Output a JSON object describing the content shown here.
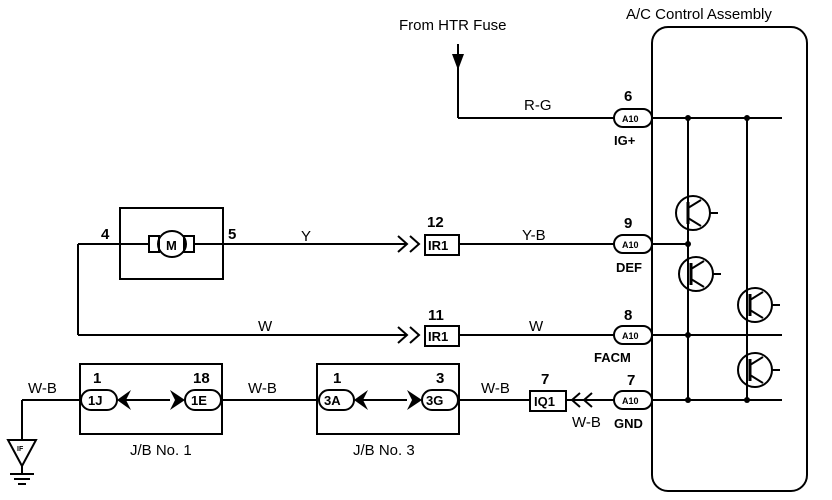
{
  "title": "A/C Control Assembly",
  "fuse_source": "From HTR Fuse",
  "connector_code": "A10",
  "terminals": {
    "ig": {
      "pin": "6",
      "label": "IG+",
      "wire": "R-G"
    },
    "def": {
      "pin": "9",
      "label": "DEF",
      "wire": "Y-B"
    },
    "facm": {
      "pin": "8",
      "label": "FACM",
      "wire": "W"
    },
    "gnd": {
      "pin": "7",
      "label": "GND",
      "wire": "W-B"
    }
  },
  "motor": {
    "symbol": "M",
    "pin_left": "4",
    "pin_right": "5",
    "wire_out": "Y",
    "wire_return": "W"
  },
  "ir1_top": {
    "pin": "12",
    "label": "IR1"
  },
  "ir1_bottom": {
    "pin": "11",
    "label": "IR1"
  },
  "iq1": {
    "pin": "7",
    "label": "IQ1",
    "wire_left": "W-B"
  },
  "jb1": {
    "name": "J/B No. 1",
    "left_pin": "1",
    "left_label": "1J",
    "right_pin": "18",
    "right_label": "1E",
    "wire_in": "W-B"
  },
  "jb3": {
    "name": "J/B No. 3",
    "left_pin": "1",
    "left_label": "3A",
    "right_pin": "3",
    "right_label": "3G",
    "wire_in": "W-B"
  },
  "ground": {
    "label": "IF"
  }
}
